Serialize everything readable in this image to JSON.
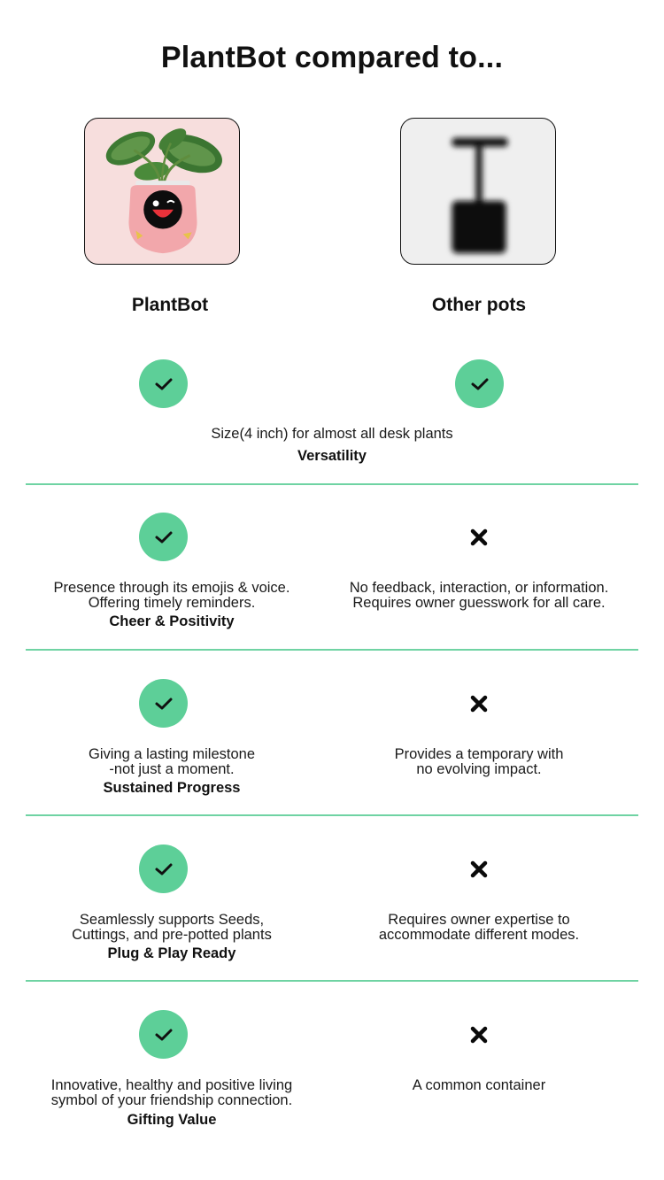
{
  "title": "PlantBot compared to...",
  "columns": {
    "left": {
      "label": "PlantBot",
      "image_icon": "plantbot-pot-icon"
    },
    "right": {
      "label": "Other pots",
      "image_icon": "generic-pot-icon"
    }
  },
  "colors": {
    "check_fill": "#5dcf98",
    "divider": "#6fd3a3",
    "plantbot_bg": "#f7dedd"
  },
  "rows": [
    {
      "feature": "Versatility",
      "shared_description": "Size(4 inch) for almost all desk plants",
      "left_mark": "check",
      "right_mark": "check"
    },
    {
      "feature": "Cheer & Positivity",
      "left_description": "Presence through its emojis & voice.\nOffering timely reminders.",
      "right_description": "No feedback, interaction, or information.\nRequires owner guesswork for all care.",
      "left_mark": "check",
      "right_mark": "cross"
    },
    {
      "feature": "Sustained Progress",
      "left_description": "Giving a lasting milestone\n-not just a moment.",
      "right_description": "Provides a temporary with\nno evolving impact.",
      "left_mark": "check",
      "right_mark": "cross"
    },
    {
      "feature": "Plug & Play Ready",
      "left_description": "Seamlessly supports Seeds,\nCuttings, and pre-potted plants",
      "right_description": "Requires owner expertise to\naccommodate different modes.",
      "left_mark": "check",
      "right_mark": "cross"
    },
    {
      "feature": "Gifting Value",
      "left_description": "Innovative, healthy and positive living\nsymbol of your friendship connection.",
      "right_description": "A common container",
      "left_mark": "check",
      "right_mark": "cross"
    }
  ]
}
